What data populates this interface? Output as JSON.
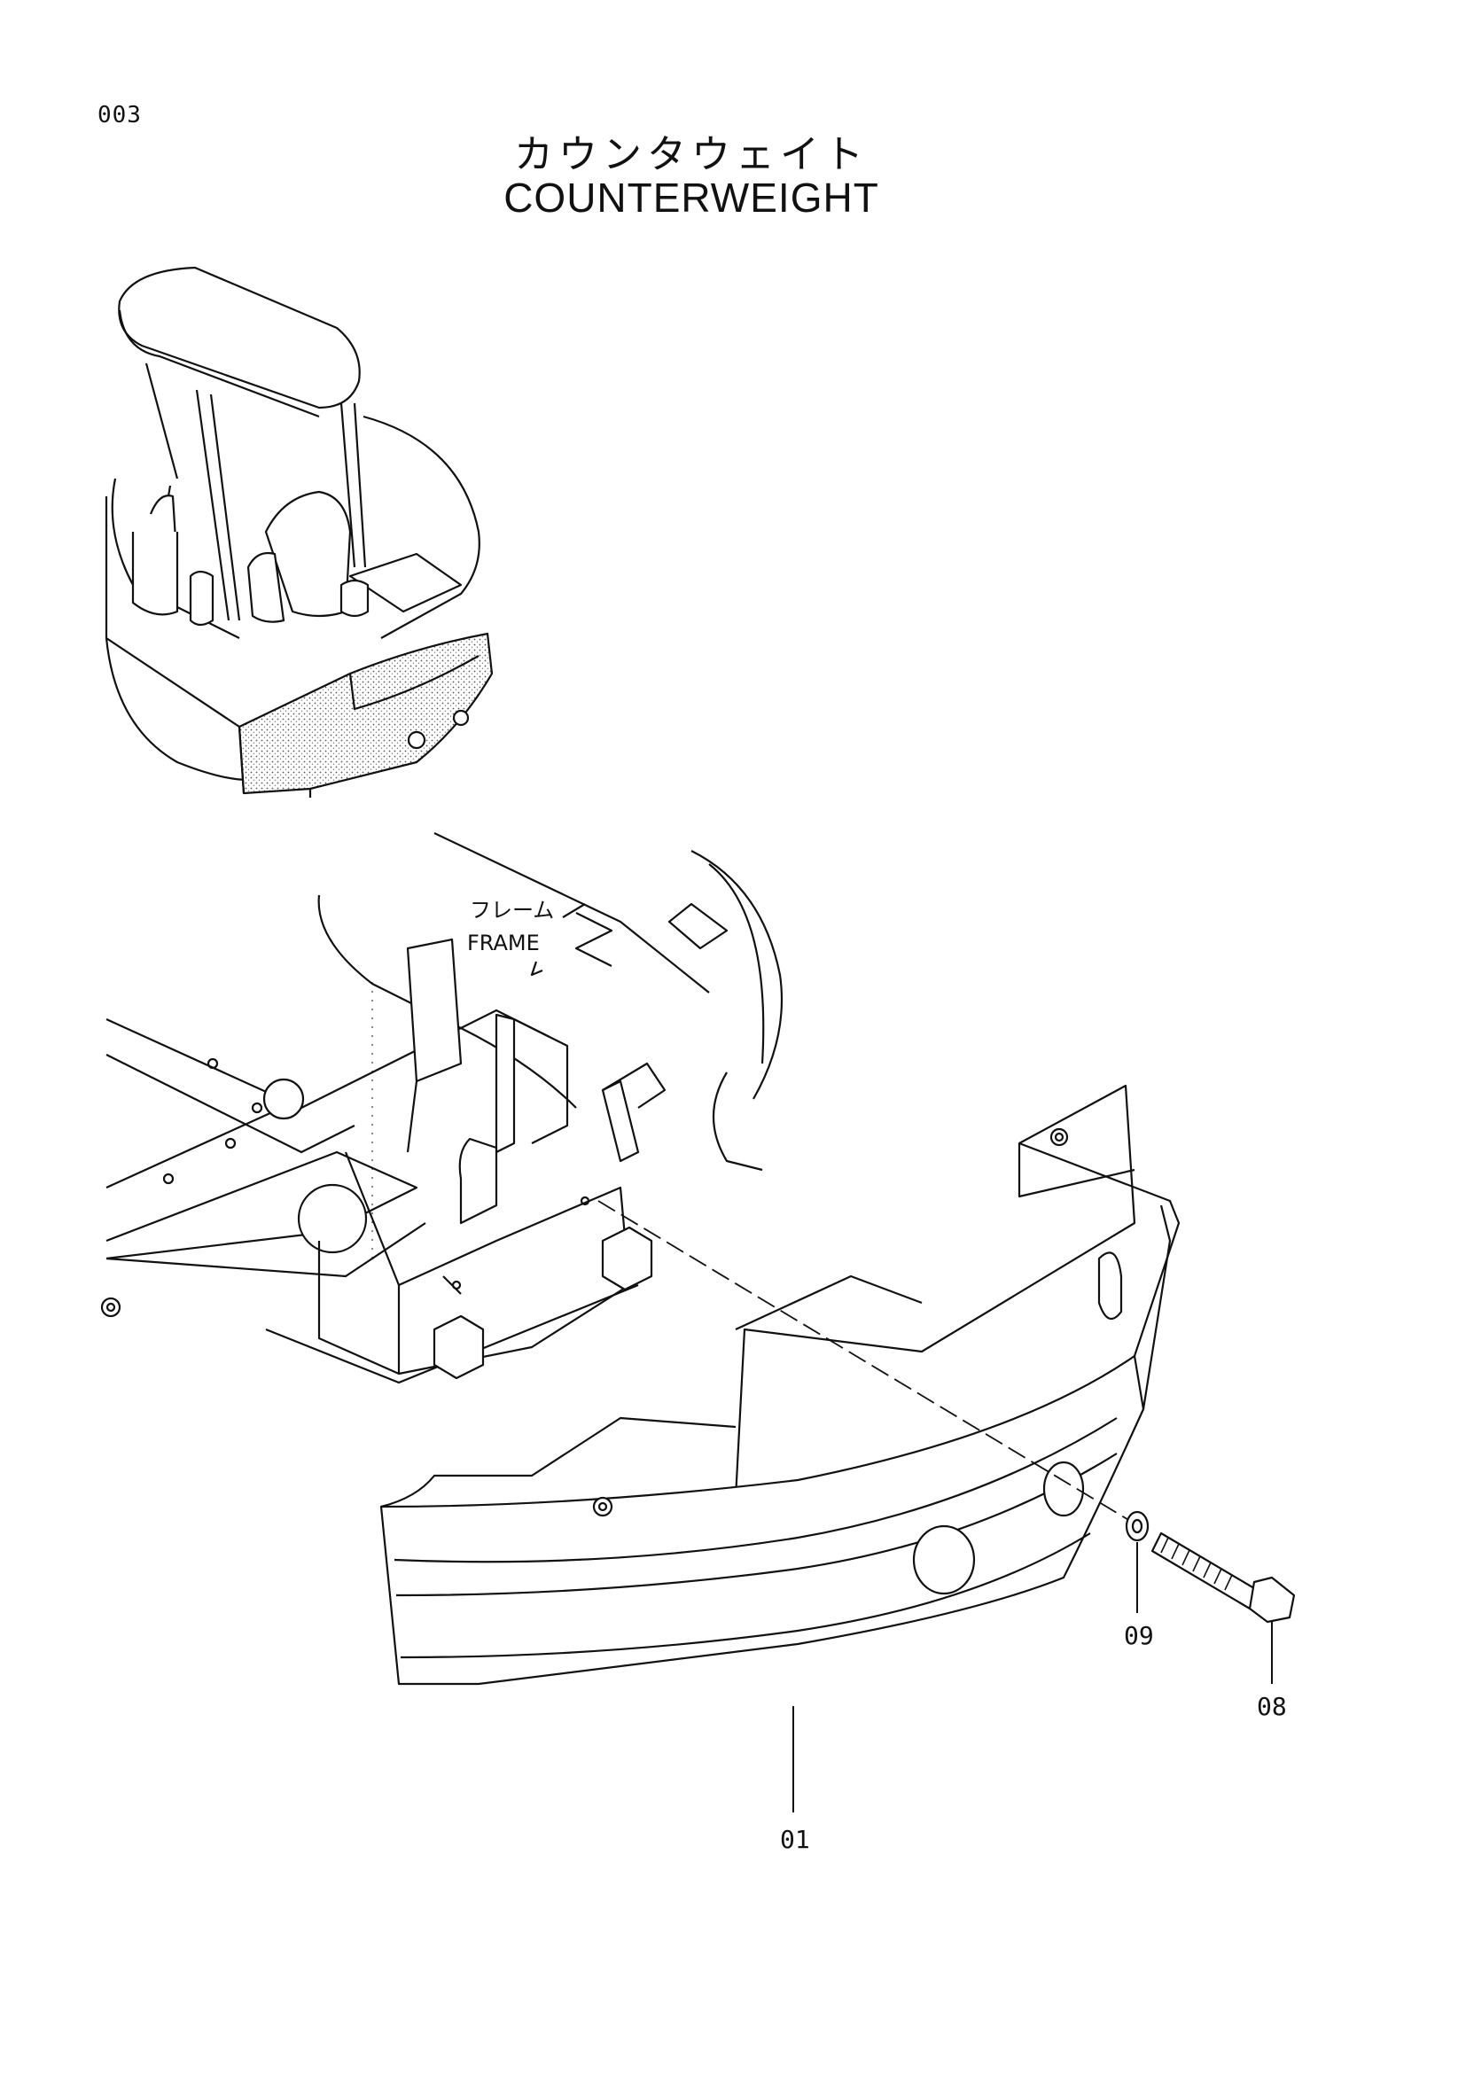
{
  "page": {
    "number": "003",
    "title_ja": "カウンタウェイト",
    "title_en": "COUNTERWEIGHT"
  },
  "diagram": {
    "frame_label_ja": "フレーム",
    "frame_label_en": "FRAME",
    "callouts": [
      {
        "id": "01"
      },
      {
        "id": "08"
      },
      {
        "id": "09"
      }
    ]
  },
  "colors": {
    "ink": "#111111",
    "background": "#ffffff"
  }
}
